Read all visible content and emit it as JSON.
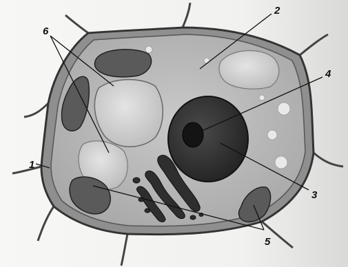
{
  "diagram": {
    "labels": [
      {
        "id": "1",
        "text": "1"
      },
      {
        "id": "2",
        "text": "2"
      },
      {
        "id": "3",
        "text": "3"
      },
      {
        "id": "4",
        "text": "4"
      },
      {
        "id": "5",
        "text": "5"
      },
      {
        "id": "6",
        "text": "6"
      }
    ]
  }
}
